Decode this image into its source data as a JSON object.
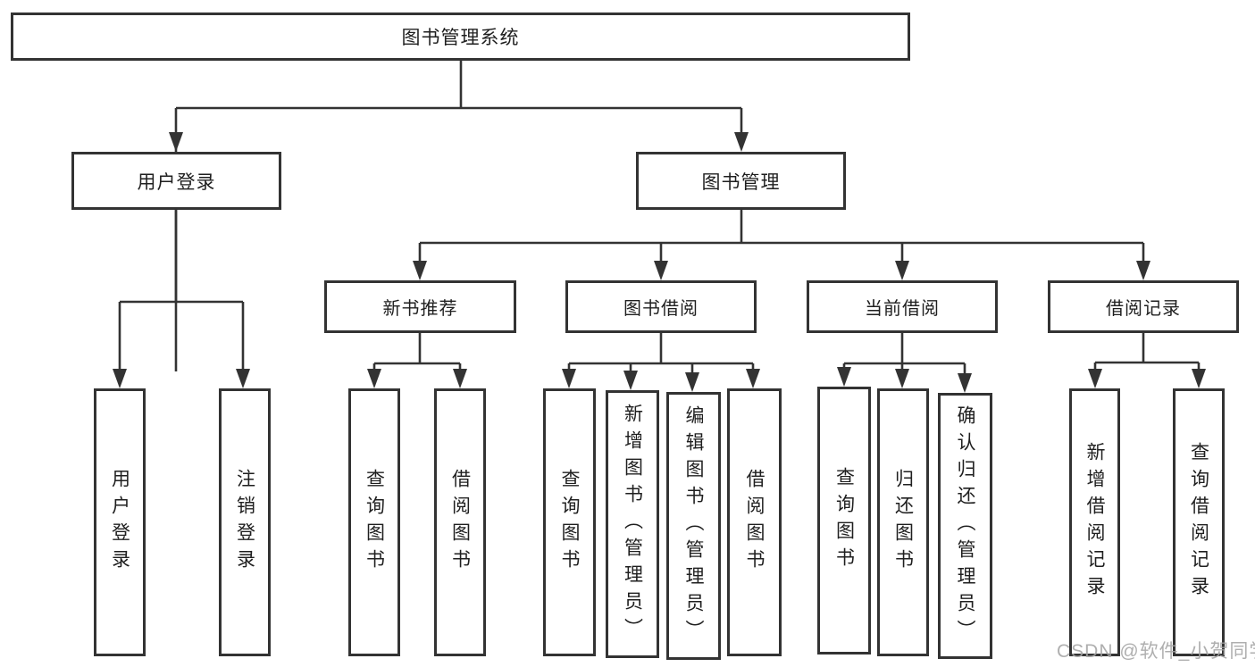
{
  "diagram": {
    "root": "图书管理系统",
    "branches": [
      {
        "label": "用户登录",
        "leaves": [
          "用户登录",
          "注销登录"
        ]
      },
      {
        "label": "图书管理",
        "sections": [
          {
            "label": "新书推荐",
            "leaves": [
              "查询图书",
              "借阅图书"
            ]
          },
          {
            "label": "图书借阅",
            "leaves": [
              "查询图书",
              "新增图书（管理员）",
              "编辑图书（管理员）",
              "借阅图书"
            ]
          },
          {
            "label": "当前借阅",
            "leaves": [
              "查询图书",
              "归还图书",
              "确认归还（管理员）"
            ]
          },
          {
            "label": "借阅记录",
            "leaves": [
              "新增借阅记录",
              "查询借阅记录"
            ]
          }
        ]
      }
    ]
  },
  "watermark": "CSDN @软件_小贺同学",
  "colors": {
    "line": "#333333",
    "box_border": "#333333",
    "text": "#1f1f1f",
    "watermark": "#a4a4a4",
    "background": "#ffffff"
  }
}
